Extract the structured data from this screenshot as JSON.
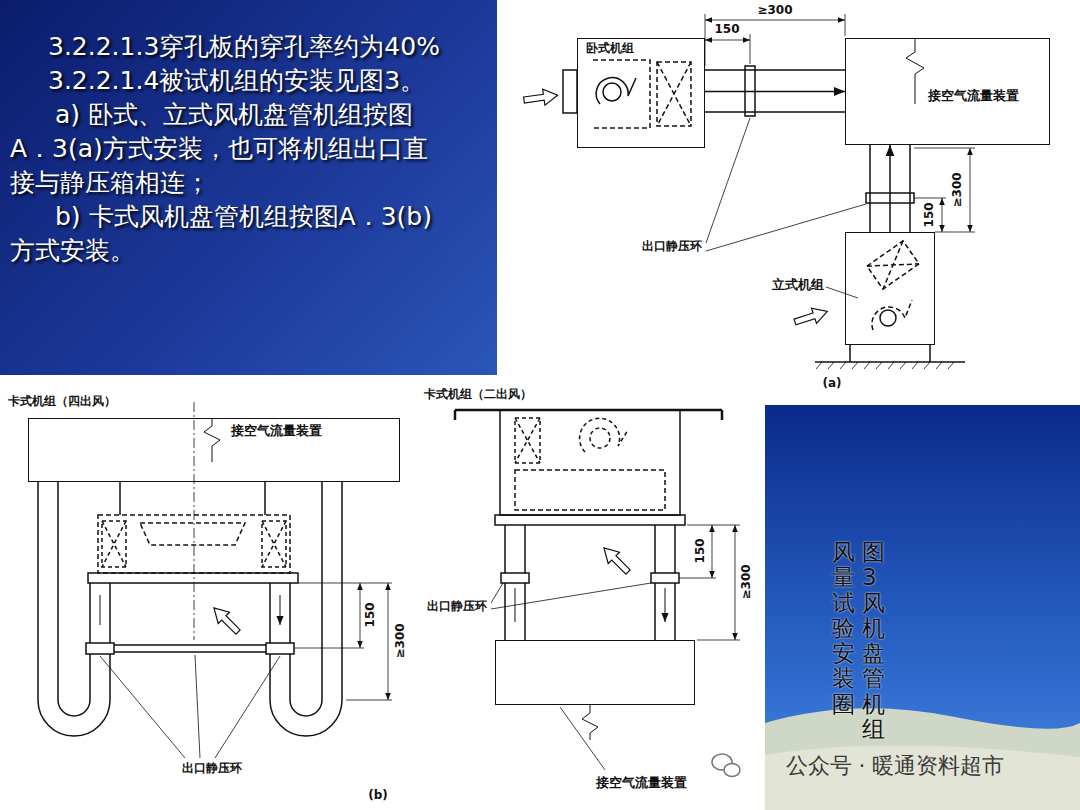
{
  "diagram": {
    "nodes": [
      {
        "text": [
          "3.2.2.1.3穿孔板的穿孔率约为40%",
          "3.2.2.1.4被试机组的安装见图3。",
          "a) 卧式、立式风机盘管机组按图A．3(a)方式安装，也可将机组出口直接与静压箱相连；",
          "b) 卡式风机盘管机组按图A．3(b)方式安装。"
        ]
      },
      {
        "text": [
          "卧式机组"
        ]
      },
      {
        "text": [
          "接空气流量装置"
        ]
      },
      {
        "text": [
          "立式机组"
        ]
      },
      {
        "text": [
          "接空气流量装置"
        ]
      },
      {
        "text": [
          "接空气流量装置"
        ]
      },
      {
        "text": [
          "图3 风机盘管机组",
          "风量试验安装圈"
        ]
      }
    ],
    "edges": [
      {
        "from": 1,
        "to": 2,
        "arrow": "to"
      },
      {
        "from": 3,
        "to": 2,
        "arrow": "to"
      }
    ],
    "labels": [
      "≥300",
      "150",
      "出口静压环",
      "≥300",
      "150",
      "(a)",
      "卡式机组（四出风）",
      "150",
      "≥300",
      "出口静压环",
      "(b)",
      "卡式机组（二出风）",
      "150",
      "≥300",
      "出口静压环",
      "公众号 · 暖通资料超市"
    ]
  }
}
